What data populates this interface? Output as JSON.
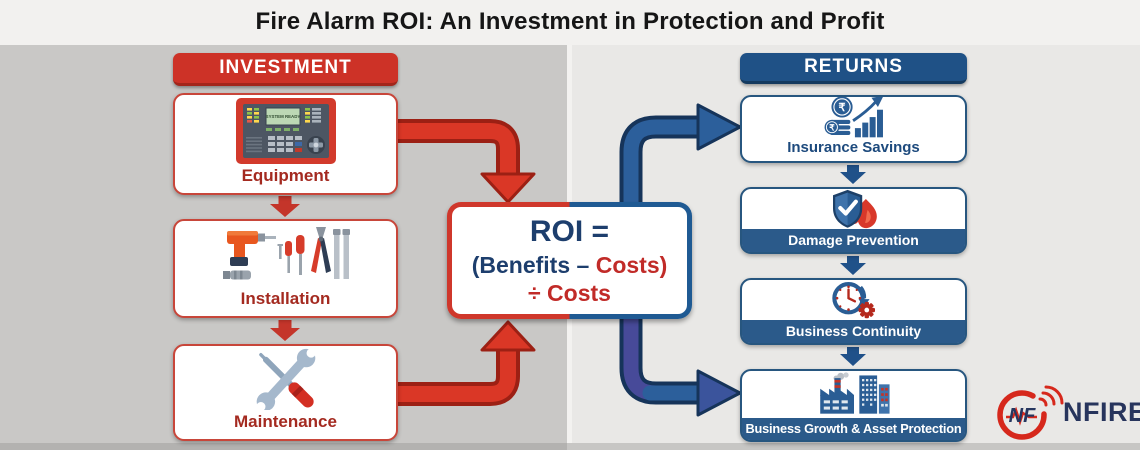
{
  "title": "Fire Alarm ROI: An Investment in Protection and Profit",
  "investment": {
    "header": "INVESTMENT",
    "accent_color": "#cd3227",
    "panel_screen_text": "SYSTEM READY",
    "items": [
      {
        "label": "Equipment",
        "icon": "fire-alarm-panel-icon"
      },
      {
        "label": "Installation",
        "icon": "installation-tools-icon"
      },
      {
        "label": "Maintenance",
        "icon": "wrench-screwdriver-icon"
      }
    ]
  },
  "formula": {
    "line1": "ROI =",
    "line2_navy": "(Benefits –",
    "line2_red": "Costs)",
    "line3": "÷ Costs",
    "navy_color": "#1d3e6d",
    "red_color": "#c12b28"
  },
  "returns": {
    "header": "RETURNS",
    "accent_color": "#1f5186",
    "items": [
      {
        "label": "Insurance Savings",
        "icon": "rupee-coins-growth-chart-icon"
      },
      {
        "label": "Damage Prevention",
        "icon": "shield-check-flame-icon"
      },
      {
        "label": "Business Continuity",
        "icon": "clock-gear-icon"
      },
      {
        "label": "Business Growth & Asset Protection",
        "icon": "factory-buildings-icon"
      }
    ]
  },
  "logo": {
    "monogram": "NF",
    "wordmark": "NFIRE"
  }
}
